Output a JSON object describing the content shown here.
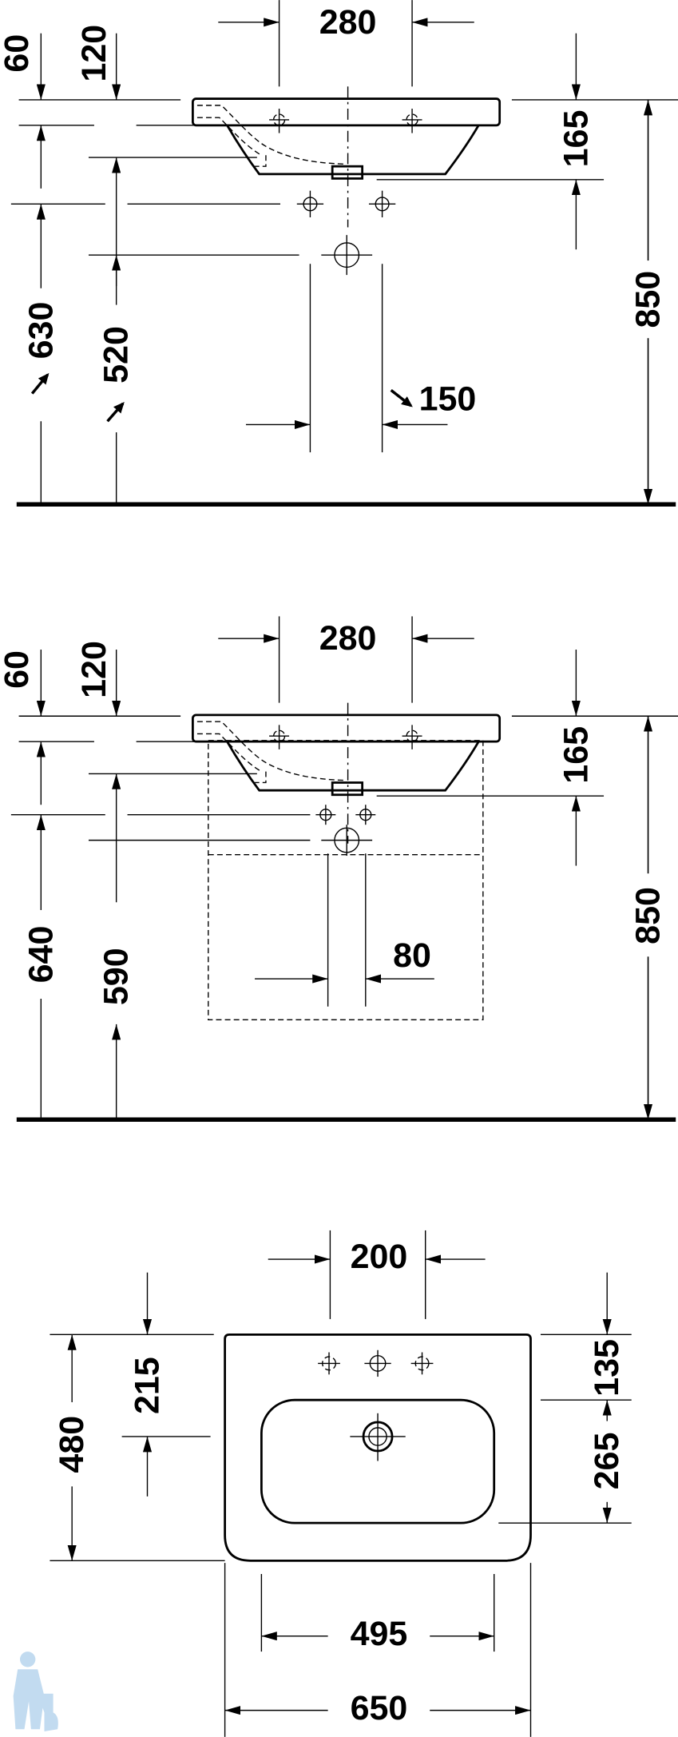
{
  "side_view_wall_mounted": {
    "tap_hole_spacing": "280",
    "dim_60": "60",
    "dim_120": "120",
    "dim_165": "165",
    "dim_850": "850",
    "dim_630": "630",
    "dim_520": "520",
    "dim_150": "150"
  },
  "side_view_with_cabinet": {
    "tap_hole_spacing": "280",
    "dim_60": "60",
    "dim_120": "120",
    "dim_165": "165",
    "dim_850": "850",
    "dim_640": "640",
    "dim_590": "590",
    "dim_80": "80"
  },
  "top_view": {
    "dim_200": "200",
    "dim_215": "215",
    "dim_480": "480",
    "dim_135": "135",
    "dim_265": "265",
    "dim_495": "495",
    "dim_650": "650"
  },
  "colors": {
    "line": "#000000",
    "logo": "#bcd8ef"
  }
}
